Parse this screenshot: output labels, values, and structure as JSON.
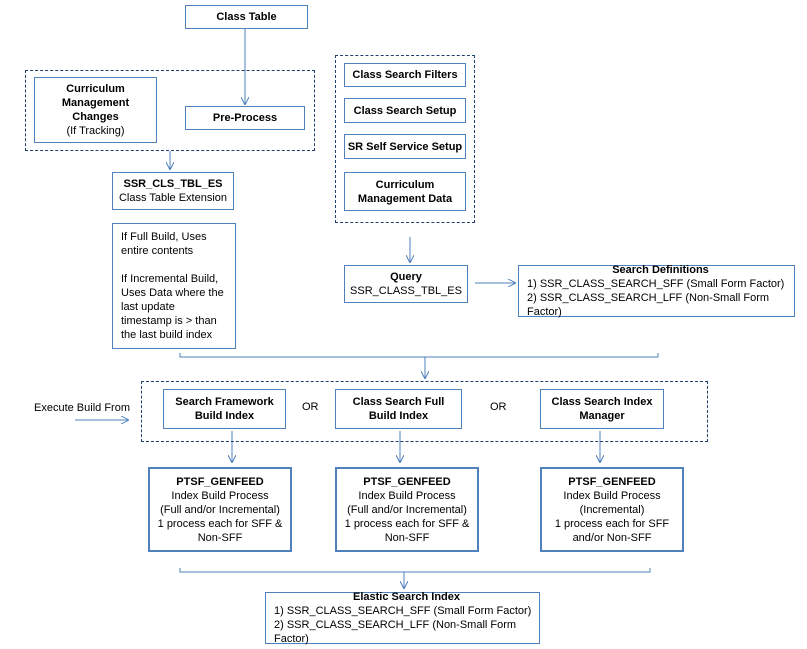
{
  "class_table": "Class Table",
  "cm_changes": {
    "title": [
      "Curriculum",
      "Management",
      "Changes"
    ],
    "sub": "(If Tracking)"
  },
  "preprocess": "Pre-Process",
  "setup_boxes": [
    "Class Search Filters",
    "Class Search Setup",
    "SR Self Service Setup"
  ],
  "cm_data": [
    "Curriculum",
    "Management Data"
  ],
  "ssr_cls": {
    "title": "SSR_CLS_TBL_ES",
    "sub": "Class Table Extension"
  },
  "build_note": [
    "If Full Build, Uses",
    "entire contents",
    "",
    "If Incremental Build,",
    "Uses Data where the",
    "last update",
    "timestamp is > than",
    "the last build index"
  ],
  "query": {
    "title": "Query",
    "sub": "SSR_CLASS_TBL_ES"
  },
  "search_defs": {
    "title": "Search Definitions",
    "items": [
      "1) SSR_CLASS_SEARCH_SFF (Small Form Factor)",
      "2) SSR_CLASS_SEARCH_LFF (Non-Small Form Factor)"
    ]
  },
  "execute_label": "Execute Build From",
  "or_label": "OR",
  "build_options": [
    [
      "Search Framework",
      "Build Index"
    ],
    [
      "Class Search Full",
      "Build Index"
    ],
    [
      "Class Search Index",
      "Manager"
    ]
  ],
  "genfeed": [
    {
      "title": "PTSF_GENFEED",
      "lines": [
        "Index Build Process",
        "(Full and/or Incremental)",
        "1 process each for SFF &",
        "Non-SFF"
      ]
    },
    {
      "title": "PTSF_GENFEED",
      "lines": [
        "Index Build Process",
        "(Full and/or Incremental)",
        "1 process each for SFF &",
        "Non-SFF"
      ]
    },
    {
      "title": "PTSF_GENFEED",
      "lines": [
        "Index Build Process",
        "(Incremental)",
        "1 process each for SFF",
        "and/or Non-SFF"
      ]
    }
  ],
  "elastic": {
    "title": "Elastic Search Index",
    "items": [
      "1) SSR_CLASS_SEARCH_SFF (Small Form Factor)",
      "2) SSR_CLASS_SEARCH_LFF (Non-Small Form Factor)"
    ]
  },
  "colors": {
    "box_border": "#4f81bd",
    "arrow": "#4f81bd",
    "dash": "#1f3f6f"
  }
}
